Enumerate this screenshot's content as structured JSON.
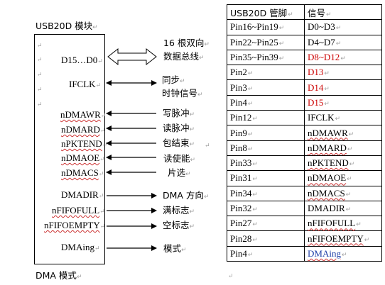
{
  "colors": {
    "red": "#cc0000",
    "blue": "#1f3fa8",
    "para_mark": "#a0a0a0"
  },
  "para_mark": "↵",
  "diagram": {
    "chip_title": "USB20D 模块",
    "footer": "DMA 模式",
    "pins": [
      {
        "label": "D15…D0",
        "style": "dbl"
      },
      {
        "label": "IFCLK",
        "style": "bi"
      },
      {
        "label": "nDMAWR",
        "style": "right",
        "wavy": true
      },
      {
        "label": "nDMARD",
        "style": "right",
        "wavy": true
      },
      {
        "label": "nPKTEND",
        "style": "right",
        "wavy": true
      },
      {
        "label": "nDMAOE",
        "style": "right",
        "wavy": true
      },
      {
        "label": "nDMACS",
        "style": "right",
        "wavy": true
      },
      {
        "label": "DMADIR",
        "style": "left"
      },
      {
        "label": "nFIFOFULL",
        "style": "left",
        "wavy": true
      },
      {
        "label": "nFIFOEMPTY",
        "style": "left",
        "wavy": true
      },
      {
        "label": "DMAing",
        "style": "left"
      }
    ],
    "descriptions": {
      "bus_line1": "16 根双向",
      "bus_line2": "数据总线",
      "clk_line1": "同步",
      "clk_line2": "时钟信号",
      "write_pulse": "写脉冲",
      "read_pulse": "读脉冲",
      "packet_end": "包结束",
      "read_enable": "读使能",
      "chip_select": "片选",
      "dma_dir": "DMA 方向",
      "full_flag": "满标志",
      "empty_flag": "空标志",
      "mode": "模式"
    }
  },
  "table": {
    "headers": [
      "USB20D 管脚",
      "信号"
    ],
    "rows": [
      {
        "pin": "Pin16~Pin19",
        "signal": "D0~D3",
        "color": ""
      },
      {
        "pin": "Pin22~Pin25",
        "signal": "D4~D7",
        "color": ""
      },
      {
        "pin": "Pin35~Pin39",
        "signal": "D8~D12",
        "color": "red"
      },
      {
        "pin": "Pin2",
        "signal": "D13",
        "color": "red"
      },
      {
        "pin": "Pin3",
        "signal": "D14",
        "color": "red"
      },
      {
        "pin": "Pin4",
        "signal": "D15",
        "color": "red"
      },
      {
        "pin": "Pin12",
        "signal": "IFCLK",
        "color": ""
      },
      {
        "pin": "Pin9",
        "signal": "nDMAWR",
        "color": "",
        "wavy": true
      },
      {
        "pin": "Pin8",
        "signal": "nDMARD",
        "color": "",
        "wavy": true
      },
      {
        "pin": "Pin33",
        "signal": "nPKTEND",
        "color": "",
        "wavy": true
      },
      {
        "pin": "Pin31",
        "signal": "nDMAOE",
        "color": "",
        "wavy": true
      },
      {
        "pin": "Pin34",
        "signal": "nDMACS",
        "color": "",
        "wavy": true
      },
      {
        "pin": "Pin32",
        "signal": "DMADIR",
        "color": ""
      },
      {
        "pin": "Pin27",
        "signal": "nFIFOFULL",
        "color": "",
        "wavy": true
      },
      {
        "pin": "Pin28",
        "signal": "nFIFOEMPTY",
        "color": "",
        "wavy": true
      },
      {
        "pin": "Pin4",
        "signal": "DMAing",
        "color": "blue",
        "wavy": true
      }
    ]
  }
}
